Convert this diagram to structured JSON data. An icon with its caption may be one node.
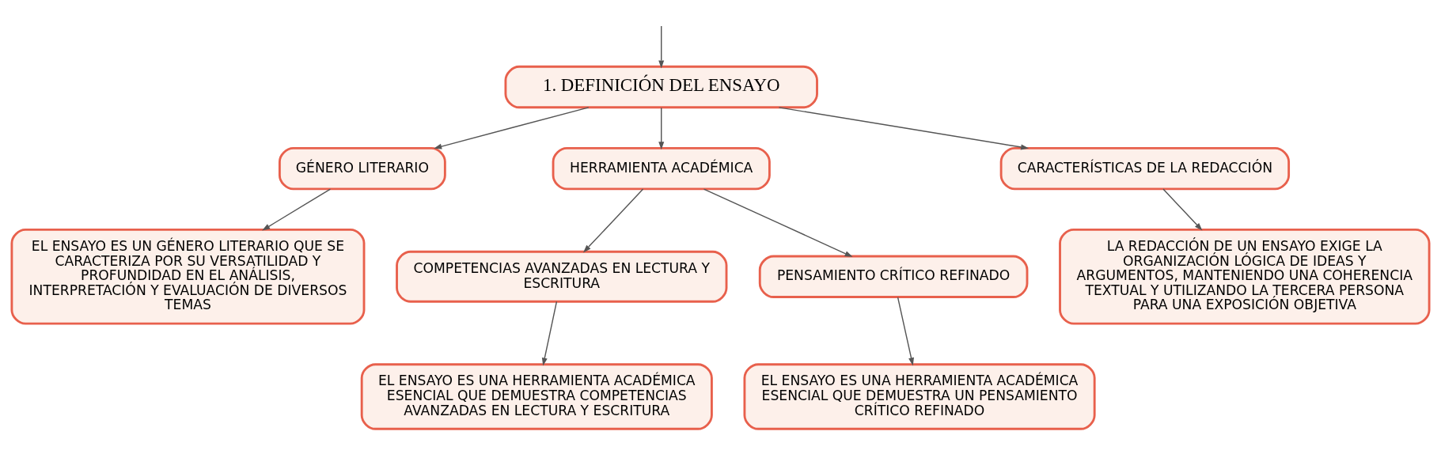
{
  "diagram": {
    "nodes": [
      {
        "text": [
          "1. DEFINICIÓN DEL ENSAYO"
        ]
      },
      {
        "text": [
          "GÉNERO LITERARIO"
        ]
      },
      {
        "text": [
          "HERRAMIENTA ACADÉMICA"
        ]
      },
      {
        "text": [
          "CARACTERÍSTICAS DE LA REDACCIÓN"
        ]
      },
      {
        "text": [
          "EL ENSAYO ES UN GÉNERO LITERARIO QUE SE CARACTERIZA POR SU VERSATILIDAD Y PROFUNDIDAD EN EL ANÁLISIS, INTERPRETACIÓN Y EVALUACIÓN DE DIVERSOS TEMAS"
        ]
      },
      {
        "text": [
          "COMPETENCIAS AVANZADAS EN LECTURA Y ESCRITURA"
        ]
      },
      {
        "text": [
          "PENSAMIENTO CRÍTICO REFINADO"
        ]
      },
      {
        "text": [
          "LA REDACCIÓN DE UN ENSAYO EXIGE LA ORGANIZACIÓN LÓGICA DE IDEAS Y ARGUMENTOS, MANTENIENDO UNA COHERENCIA TEXTUAL Y UTILIZANDO LA TERCERA PERSONA PARA UNA EXPOSICIÓN OBJETIVA"
        ]
      },
      {
        "text": [
          "EL ENSAYO ES UNA HERRAMIENTA ACADÉMICA ESENCIAL QUE DEMUESTRA COMPETENCIAS AVANZADAS EN LECTURA Y ESCRITURA"
        ]
      },
      {
        "text": [
          "EL ENSAYO ES UNA HERRAMIENTA ACADÉMICA ESENCIAL QUE DEMUESTRA UN PENSAMIENTO CRÍTICO REFINADO"
        ]
      }
    ],
    "edges": [
      {
        "from": null,
        "to": 0,
        "arrow": "to"
      },
      {
        "from": 0,
        "to": 1,
        "arrow": "to"
      },
      {
        "from": 0,
        "to": 2,
        "arrow": "to"
      },
      {
        "from": 0,
        "to": 3,
        "arrow": "to"
      },
      {
        "from": 1,
        "to": 4,
        "arrow": "to"
      },
      {
        "from": 2,
        "to": 5,
        "arrow": "to"
      },
      {
        "from": 2,
        "to": 6,
        "arrow": "to"
      },
      {
        "from": 3,
        "to": 7,
        "arrow": "to"
      },
      {
        "from": 5,
        "to": 8,
        "arrow": "to"
      },
      {
        "from": 6,
        "to": 9,
        "arrow": "to"
      }
    ]
  }
}
